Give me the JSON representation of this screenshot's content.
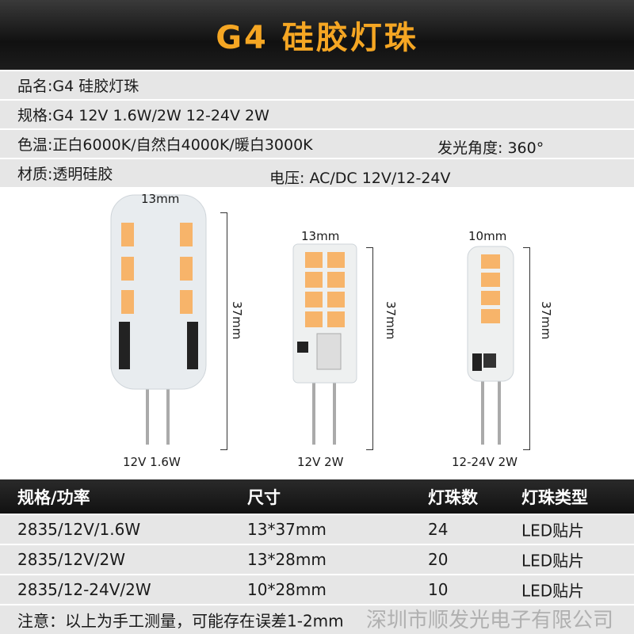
{
  "title": "G4 硅胶灯珠",
  "specs": {
    "name": "品名:G4 硅胶灯珠",
    "spec": "规格:G4 12V 1.6W/2W   12-24V 2W",
    "color_temp": "色温:正白6000K/自然白4000K/暖白3000K",
    "beam_angle": "发光角度: 360°",
    "material": "材质:透明硅胶",
    "voltage": "电压: AC/DC 12V/12-24V"
  },
  "bulbs": [
    {
      "width": "13mm",
      "height": "37mm",
      "label": "12V 1.6W"
    },
    {
      "width": "13mm",
      "height": "37mm",
      "label": "12V 2W"
    },
    {
      "width": "10mm",
      "height": "37mm",
      "label": "12-24V 2W"
    }
  ],
  "table": {
    "headers": [
      "规格/功率",
      "尺寸",
      "灯珠数",
      "灯珠类型"
    ],
    "rows": [
      [
        "2835/12V/1.6W",
        "13*37mm",
        "24",
        "LED贴片"
      ],
      [
        "2835/12V/2W",
        "13*28mm",
        "20",
        "LED贴片"
      ],
      [
        "2835/12-24V/2W",
        "10*28mm",
        "10",
        "LED贴片"
      ]
    ]
  },
  "note": "注意：以上为手工测量，可能存在误差1-2mm",
  "watermark": "深圳市顺发光电子有限公司",
  "colors": {
    "accent": "#f5a623",
    "header_bg": "#111111",
    "row_bg": "#e6e6e6",
    "led": "#f7b46a"
  }
}
